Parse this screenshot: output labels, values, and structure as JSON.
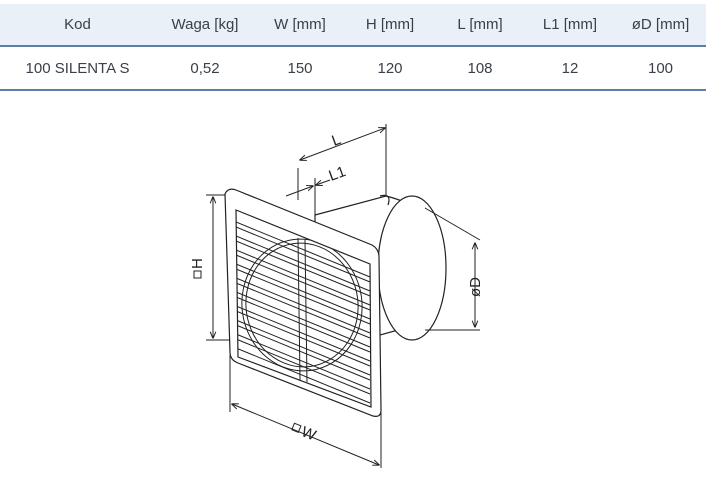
{
  "table": {
    "headers": [
      "Kod",
      "Waga [kg]",
      "W [mm]",
      "H [mm]",
      "L [mm]",
      "L1 [mm]",
      "øD [mm]"
    ],
    "rows": [
      [
        "100 SILENTA S",
        "0,52",
        "150",
        "120",
        "108",
        "12",
        "100"
      ]
    ]
  },
  "drawing": {
    "label_l": "L",
    "label_l1": "L1",
    "label_h": "H",
    "label_w": "W",
    "label_d": "øD"
  }
}
